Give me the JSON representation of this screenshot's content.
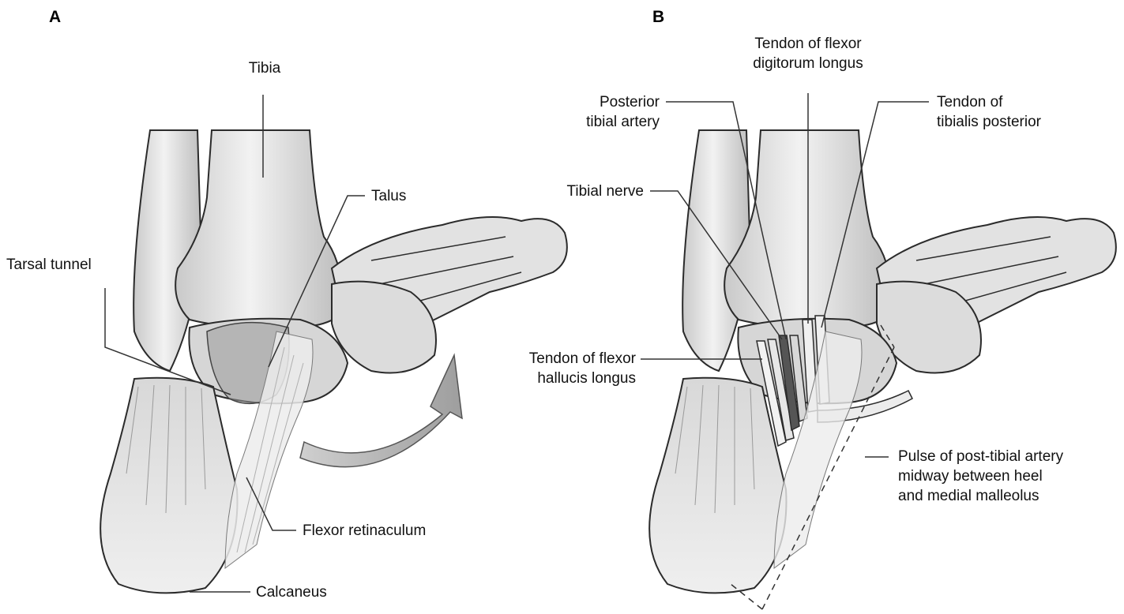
{
  "panels": {
    "a": "A",
    "b": "B"
  },
  "labels_a": {
    "tibia": "Tibia",
    "talus": "Talus",
    "tarsal_tunnel": "Tarsal tunnel",
    "flexor_retinaculum": "Flexor retinaculum",
    "calcaneus": "Calcaneus"
  },
  "labels_b": {
    "tendon_fdl": "Tendon of flexor\ndigitorum longus",
    "posterior_tibial_artery": "Posterior\ntibial artery",
    "tendon_tibialis_posterior": "Tendon of\ntibialis posterior",
    "tibial_nerve": "Tibial nerve",
    "tendon_fhl": "Tendon of flexor\nhallucis longus",
    "pulse": "Pulse of post-tibial artery\nmidway between heel\nand medial malleolus"
  },
  "colors": {
    "bone_fill": "#e9e9e9",
    "bone_shade": "#cfcfcf",
    "outline": "#2b2b2b",
    "leader": "#333333",
    "arrow_fill": "#bdbdbd",
    "highlight": "#9a9a9a"
  }
}
